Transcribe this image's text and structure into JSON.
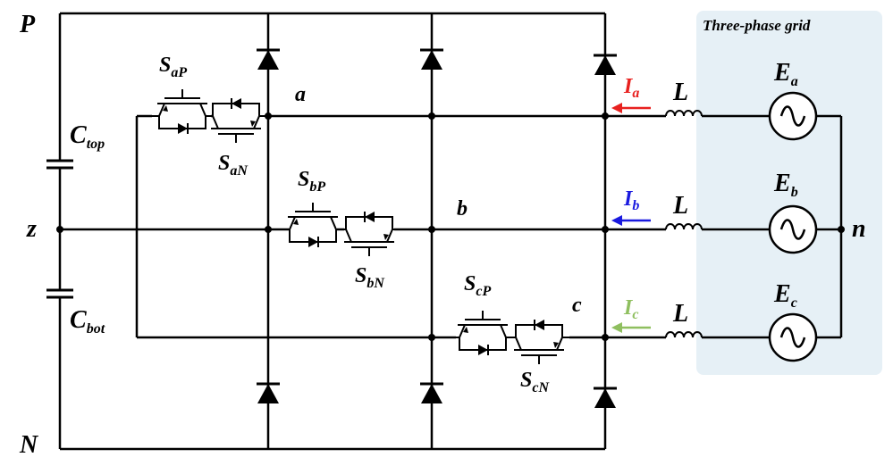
{
  "grid": {
    "title": "Three-phase grid",
    "bg_color": "#e6f0f6"
  },
  "nodes": {
    "p": "P",
    "n_bus": "N",
    "z": "z",
    "a": "a",
    "b": "b",
    "c": "c",
    "neutral": "n"
  },
  "capacitors": {
    "top": {
      "main": "C",
      "sub": "top"
    },
    "bot": {
      "main": "C",
      "sub": "bot"
    }
  },
  "switches": {
    "aP": {
      "main": "S",
      "sub": "aP"
    },
    "aN": {
      "main": "S",
      "sub": "aN"
    },
    "bP": {
      "main": "S",
      "sub": "bP"
    },
    "bN": {
      "main": "S",
      "sub": "bN"
    },
    "cP": {
      "main": "S",
      "sub": "cP"
    },
    "cN": {
      "main": "S",
      "sub": "cN"
    }
  },
  "currents": {
    "a": {
      "main": "I",
      "sub": "a",
      "color": "#e8211f"
    },
    "b": {
      "main": "I",
      "sub": "b",
      "color": "#1a1adf"
    },
    "c": {
      "main": "I",
      "sub": "c",
      "color": "#8fbf5f"
    }
  },
  "inductor_label": "L",
  "sources": {
    "a": {
      "main": "E",
      "sub": "a"
    },
    "b": {
      "main": "E",
      "sub": "b"
    },
    "c": {
      "main": "E",
      "sub": "c"
    }
  }
}
